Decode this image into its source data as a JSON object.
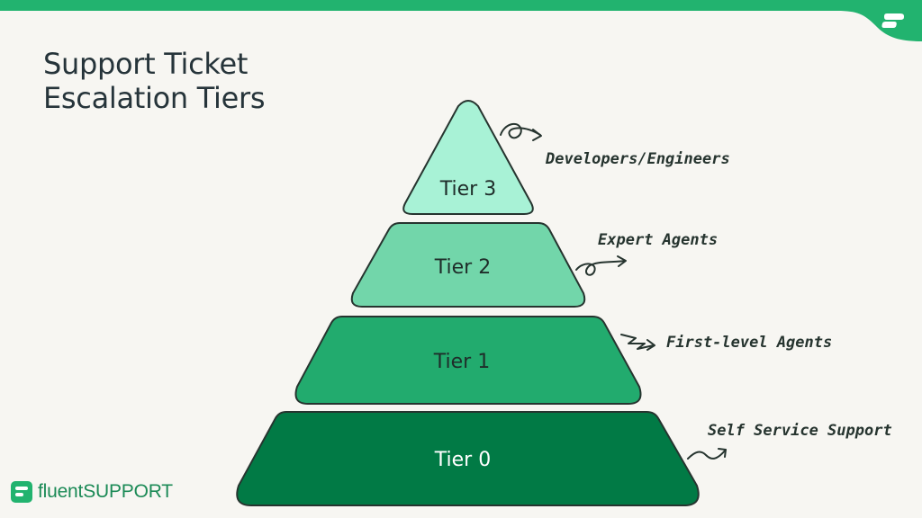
{
  "title": {
    "line1": "Support Ticket",
    "line2": "Escalation Tiers"
  },
  "tiers": [
    {
      "label": "Tier 3",
      "description": "Developers/Engineers",
      "fill": "#a8f2d6",
      "text_color": "#1f2d2a"
    },
    {
      "label": "Tier 2",
      "description": "Expert Agents",
      "fill": "#72d6aa",
      "text_color": "#1f2d2a"
    },
    {
      "label": "Tier 1",
      "description": "First-level Agents",
      "fill": "#22ab6e",
      "text_color": "#1f2d2a"
    },
    {
      "label": "Tier 0",
      "description": "Self Service Support",
      "fill": "#017a45",
      "text_color": "#ffffff"
    }
  ],
  "brand": {
    "part1": "fluent",
    "part2": "SUPPORT",
    "color": "#1b8a56"
  },
  "colors": {
    "background": "#f7f6f2",
    "accent": "#22b36f",
    "outline": "#26342f"
  }
}
